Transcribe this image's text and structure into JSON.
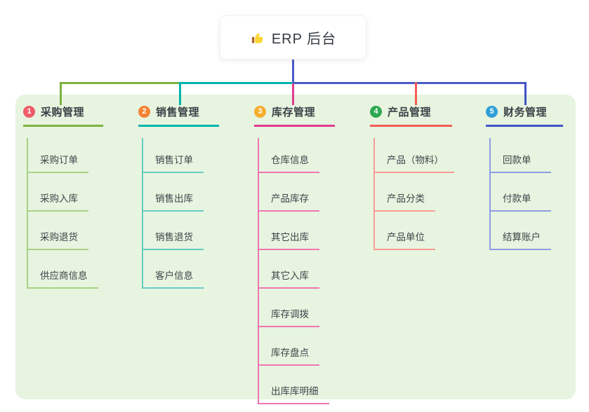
{
  "root": {
    "title": "ERP 后台",
    "icon": "thumbs-up-icon"
  },
  "colors": {
    "panel_background": "#e7f4e0",
    "root_connector": "#4d5ac9"
  },
  "branches": [
    {
      "index": "1",
      "label": "采购管理",
      "badge_color": "#ef5b69",
      "line_color": "#7db23f",
      "children": [
        "采购订单",
        "采购入库",
        "采购退货",
        "供应商信息"
      ]
    },
    {
      "index": "2",
      "label": "销售管理",
      "badge_color": "#f58234",
      "line_color": "#00b5ab",
      "children": [
        "销售订单",
        "销售出库",
        "销售退货",
        "客户信息"
      ]
    },
    {
      "index": "3",
      "label": "库存管理",
      "badge_color": "#f6ae2f",
      "line_color": "#e23a92",
      "children": [
        "仓库信息",
        "产品库存",
        "其它出库",
        "其它入库",
        "库存调拨",
        "库存盘点",
        "出库库明细"
      ]
    },
    {
      "index": "4",
      "label": "产品管理",
      "badge_color": "#2fa852",
      "line_color": "#f25c54",
      "children": [
        "产品（物料）",
        "产品分类",
        "产品单位"
      ]
    },
    {
      "index": "5",
      "label": "财务管理",
      "badge_color": "#2f9fd8",
      "line_color": "#4053c6",
      "children": [
        "回款单",
        "付款单",
        "结算账户"
      ]
    }
  ]
}
